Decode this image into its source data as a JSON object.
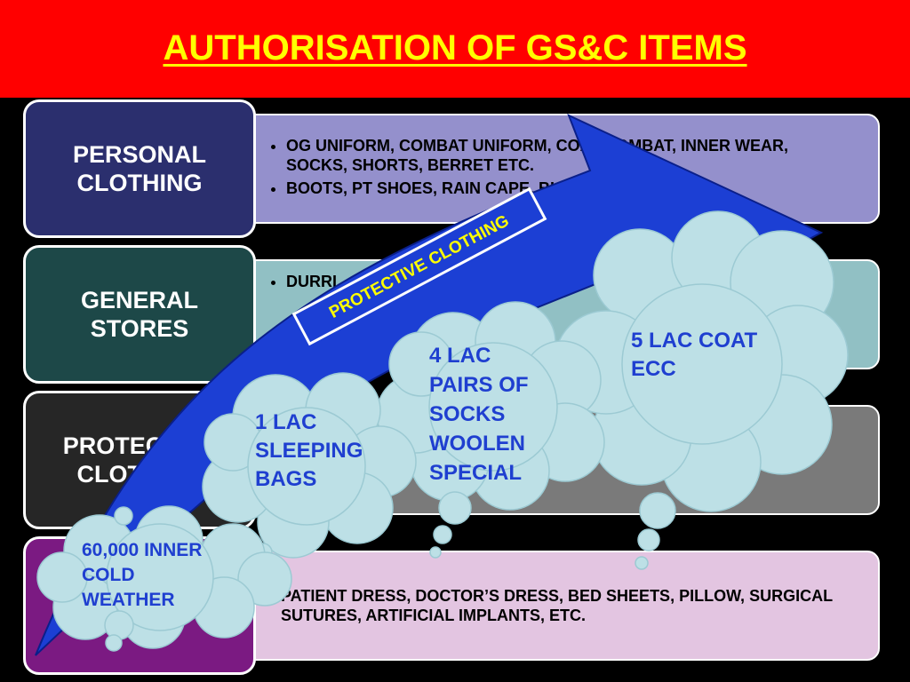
{
  "title": "AUTHORISATION OF GS&C ITEMS",
  "colors": {
    "header_bg": "#ff0000",
    "title_text": "#ffff00",
    "page_bg": "#000000",
    "arrow": "#1c3fd4",
    "callout_fill": "#bde0e6",
    "callout_text": "#1f3fd0"
  },
  "rows": [
    {
      "category": "PERSONAL\nCLOTHING",
      "category_color": "#2b2f6e",
      "detail_color": "#9490cc",
      "items": [
        "OG UNIFORM, COMBAT UNIFORM, COAT COMBAT, INNER WEAR, SOCKS, SHORTS, BERRET ETC.",
        "BOOTS, PT SHOES, RAIN CAPE, BLANKETS ETC"
      ]
    },
    {
      "category": "GENERAL\nSTORES",
      "category_color": "#1d4848",
      "detail_color": "#91c0c4",
      "items": [
        "DURRI"
      ]
    },
    {
      "category": "PROTECTIVE\nCLOTHING",
      "category_color": "#262626",
      "detail_color": "#7a7a7a",
      "items": []
    },
    {
      "category": "",
      "category_color": "#7b1a82",
      "detail_color": "#e3c5e1",
      "plain_text": "PATIENT DRESS, DOCTOR’S DRESS, BED SHEETS, PILLOW, SURGICAL SUTURES, ARTIFICIAL IMPLANTS, ETC."
    }
  ],
  "arrow_label": "PROTECTIVE CLOTHING",
  "callouts": [
    "60,000 INNER\nCOLD\nWEATHER",
    "1 LAC\nSLEEPING\nBAGS",
    "4 LAC\nPAIRS OF\nSOCKS\nWOOLEN\nSPECIAL",
    "5 LAC COAT\nECC"
  ]
}
